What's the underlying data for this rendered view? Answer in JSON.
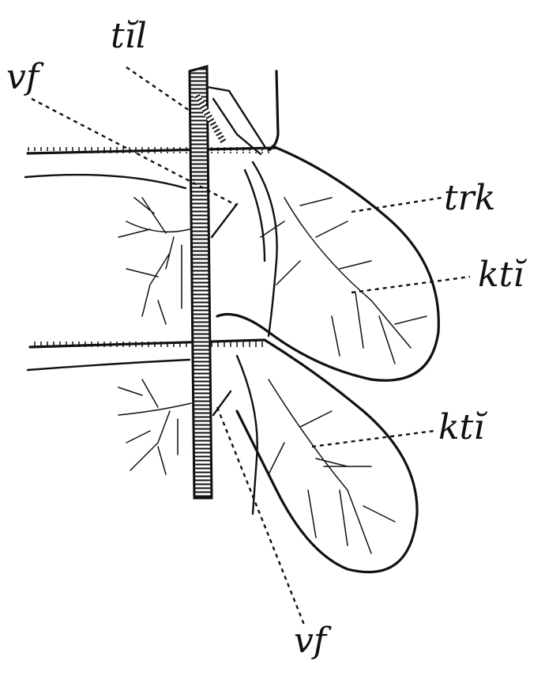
{
  "labels": {
    "til": "tĭl",
    "vf_top": "vf",
    "trk": "trk",
    "kti_upper": "ktĭ",
    "kti_lower": "ktĭ",
    "vf_bottom": "vf"
  },
  "colors": {
    "ink": "#111111",
    "background": "#ffffff"
  }
}
